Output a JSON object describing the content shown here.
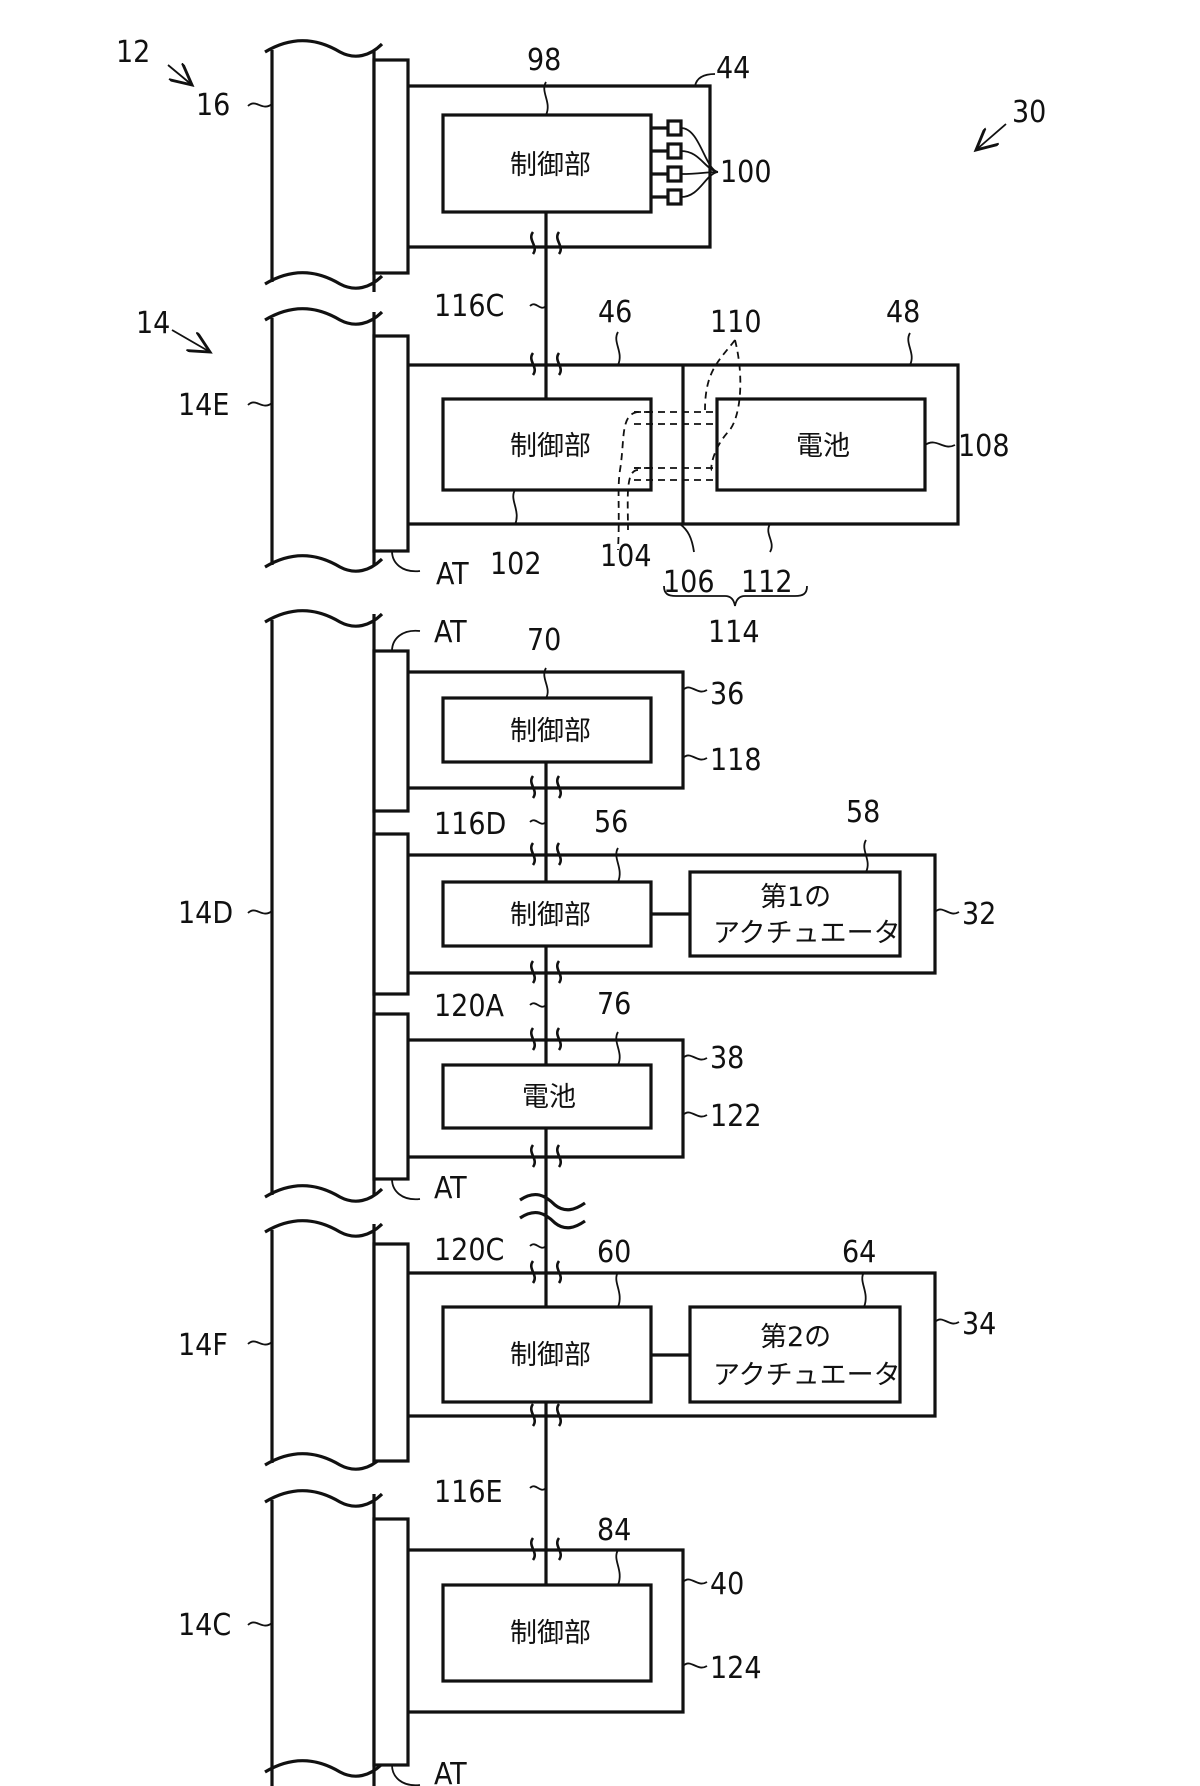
{
  "figure": {
    "title_ref": "30",
    "assembly_refs": {
      "vehicle": "12",
      "frame": "14",
      "seat_tube": "16"
    },
    "tube_sections": [
      {
        "ref": "16"
      },
      {
        "ref": "14E"
      },
      {
        "ref": "14D"
      },
      {
        "ref": "14F"
      },
      {
        "ref": "14C"
      }
    ],
    "attachment_label": "AT",
    "modules": {
      "m44": {
        "ref": "44",
        "inner_ref": "98",
        "inner_label": "制御部",
        "terminals_ref": "100"
      },
      "m46": {
        "ref": "46",
        "inner_ref": "102",
        "inner_label": "制御部"
      },
      "m48": {
        "ref": "48",
        "inner_ref": "108",
        "inner_label": "電池"
      },
      "connector": {
        "refs": [
          "104",
          "106",
          "110",
          "112"
        ],
        "group_ref": "114"
      },
      "m36": {
        "ref": "36",
        "housing_ref": "118",
        "inner_ref": "70",
        "inner_label": "制御部"
      },
      "m32": {
        "ref": "32",
        "inner_ref": "56",
        "inner_label": "制御部",
        "actuator_ref": "58",
        "actuator_line1": "第1の",
        "actuator_line2": "アクチュエータ"
      },
      "m38": {
        "ref": "38",
        "housing_ref": "122",
        "inner_ref": "76",
        "inner_label": "電池"
      },
      "m34": {
        "ref": "34",
        "inner_ref": "60",
        "inner_label": "制御部",
        "actuator_ref": "64",
        "actuator_line1": "第2の",
        "actuator_line2": "アクチュエータ"
      },
      "m40": {
        "ref": "40",
        "housing_ref": "124",
        "inner_ref": "84",
        "inner_label": "制御部"
      }
    },
    "cables": {
      "c116C": "116C",
      "c116D": "116D",
      "c120A": "120A",
      "c120C": "120C",
      "c116E": "116E"
    }
  }
}
